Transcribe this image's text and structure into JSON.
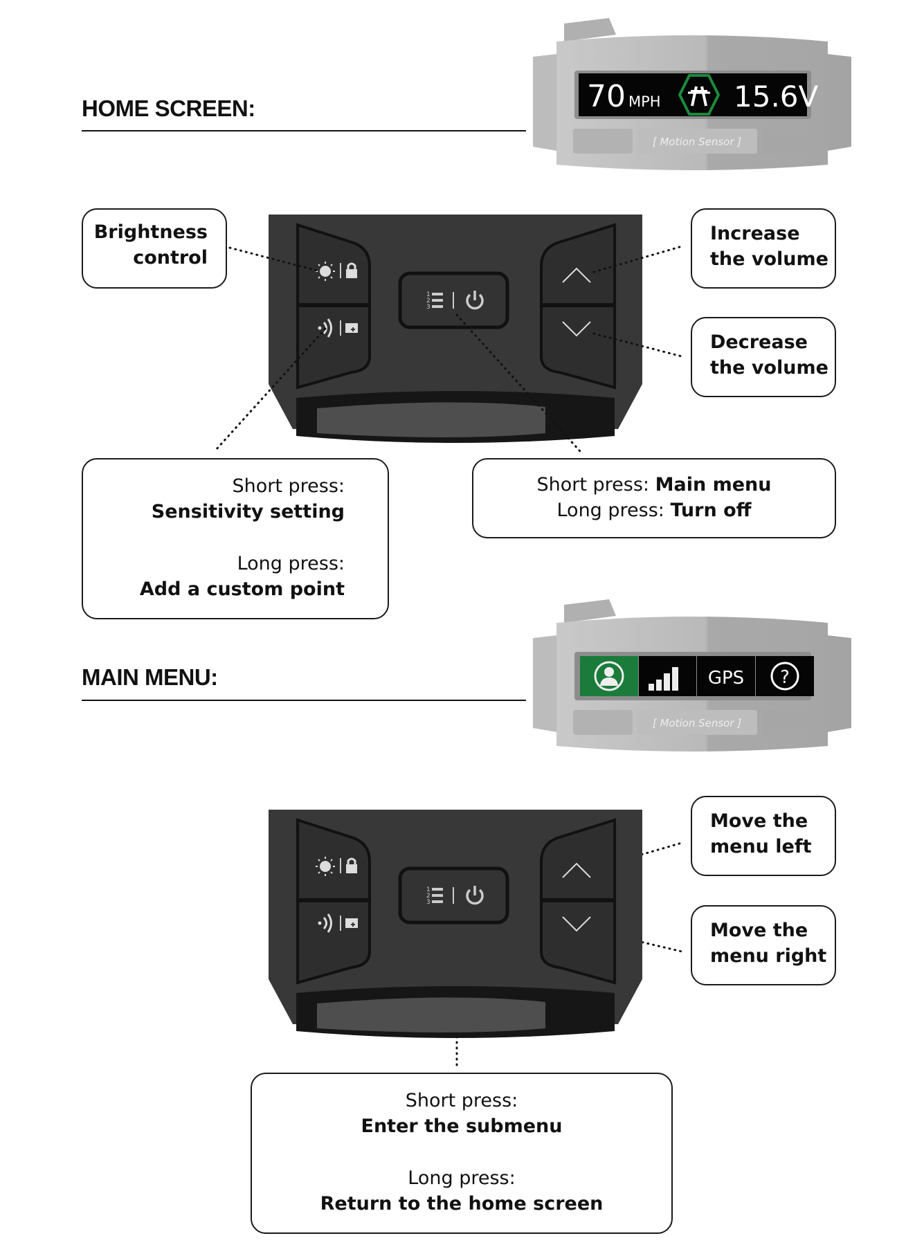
{
  "colors": {
    "accent_green": "#1b7b3a",
    "display_bg": "#050505",
    "device_gray": "#b5b5b5",
    "remote_dark": "#3a3a3a",
    "ink": "#111111"
  },
  "home_screen": {
    "title": "HOME SCREEN:",
    "display": {
      "speed_value": "70",
      "speed_unit": "MPH",
      "center_icon": "highway-icon",
      "voltage": "15.6V",
      "sensor_label": "[   Motion Sensor   ]"
    },
    "remote_buttons": {
      "left_top": [
        "sun-icon",
        "lock-icon"
      ],
      "left_bottom": [
        "signal-waves-icon",
        "folder-plus-icon"
      ],
      "center": [
        "numbered-list-icon",
        "power-icon"
      ],
      "right_top": "chevron-up-icon",
      "right_bottom": "chevron-down-icon"
    },
    "callouts": {
      "brightness": {
        "line1": "Brightness",
        "line2": "control"
      },
      "volume_up": {
        "line1": "Increase",
        "line2": "the volume"
      },
      "volume_down": {
        "line1": "Decrease",
        "line2": "the volume"
      },
      "sensitivity": {
        "short_label": "Short press:",
        "short_action": "Sensitivity setting",
        "long_label": "Long press:",
        "long_action": "Add a custom point"
      },
      "menu_power": {
        "short_label": "Short press: ",
        "short_action": "Main menu",
        "long_label": "Long press: ",
        "long_action": "Turn off"
      }
    }
  },
  "main_menu": {
    "title": "MAIN MENU:",
    "display": {
      "tiles": [
        {
          "icon": "user-profile-icon",
          "label": "",
          "selected": true
        },
        {
          "icon": "signal-bars-icon",
          "label": "",
          "selected": false
        },
        {
          "icon": "",
          "label": "GPS",
          "selected": false
        },
        {
          "icon": "help-circle-icon",
          "label": "",
          "selected": false
        }
      ],
      "sensor_label": "[   Motion Sensor   ]"
    },
    "callouts": {
      "menu_left": {
        "line1": "Move the",
        "line2": "menu left"
      },
      "menu_right": {
        "line1": "Move the",
        "line2": "menu right"
      },
      "submenu": {
        "short_label": "Short press:",
        "short_action": "Enter the submenu",
        "long_label": "Long press:",
        "long_action": "Return to the home screen"
      }
    }
  }
}
